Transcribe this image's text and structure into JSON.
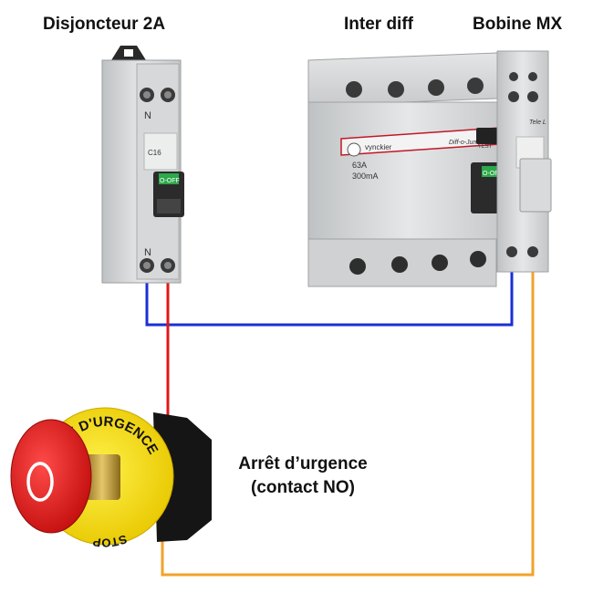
{
  "labels": {
    "breaker": "Disjoncteur 2A",
    "rcd": "Inter diff",
    "coil": "Bobine MX",
    "estop_line1": "Arrêt d’urgence",
    "estop_line2": "(contact NO)"
  },
  "breaker_device": {
    "pole_mark_top": "N",
    "pole_mark_bottom": "N",
    "rating": "C16",
    "state": "O-OFF"
  },
  "rcd_device": {
    "brand": "vynckier",
    "model": "Diff-o-Jump",
    "rating": "63A",
    "sensitivity": "300mA",
    "test_button": "TEST",
    "state": "O-OFF"
  },
  "coil_device": {
    "name": "Tele L"
  },
  "estop_device": {
    "ring_text": "ARRÊT D'URGENCE",
    "ring_text_bottom": "STOP",
    "button_symbol": "O"
  },
  "wires": {
    "blue": "#1a2fd6",
    "red": "#e01818",
    "orange": "#f2a22a"
  }
}
